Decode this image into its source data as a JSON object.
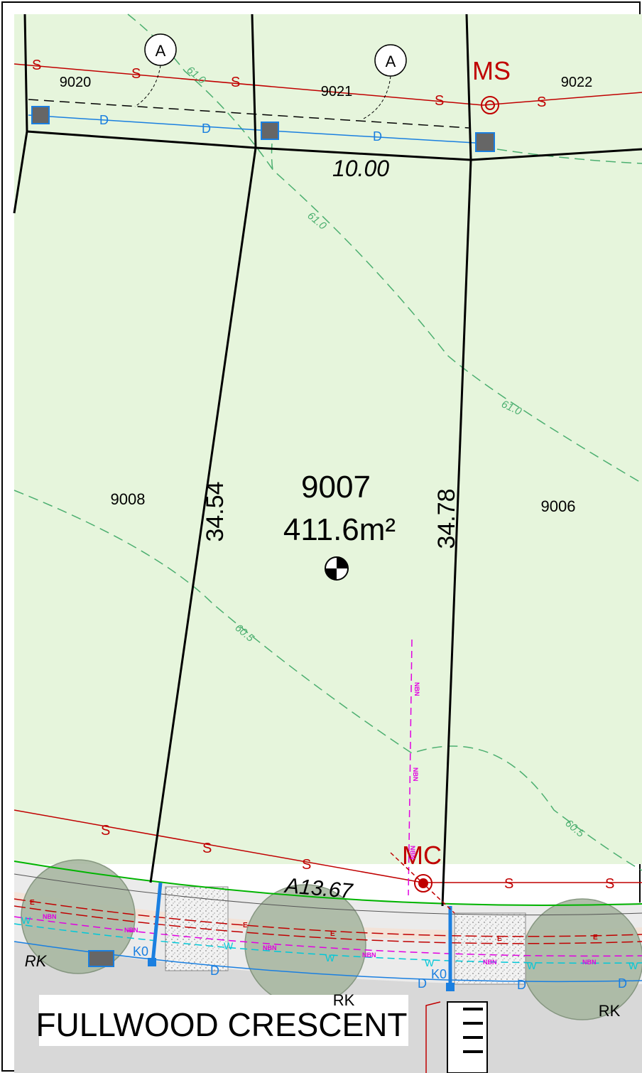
{
  "lots": {
    "main": {
      "number": "9007",
      "area": "411.6m²"
    },
    "left": "9008",
    "right": "9006",
    "top_left": "9020",
    "top_middle": "9021",
    "top_right": "9022"
  },
  "dimensions": {
    "rear": "10.00",
    "left_side": "34.54",
    "right_side": "34.78",
    "frontage_arc": "A13.67"
  },
  "road": {
    "name": "FULLWOOD CRESCENT"
  },
  "symbols": {
    "section_marker": "A",
    "manhole_sewer": "MS",
    "manhole_connection": "MC",
    "rock": "RK",
    "kerb_outlet": "K0"
  },
  "line_codes": {
    "sewer": "S",
    "drainage": "D",
    "water": "W",
    "nbn": "NBN",
    "electric": "E"
  },
  "contours": [
    "61.0",
    "61.0",
    "61.0",
    "60.5",
    "60.5"
  ],
  "colors": {
    "lot_fill": "#e6f5dc",
    "sewer": "#c00000",
    "drainage": "#1a7fe0",
    "water": "#00c8d8",
    "nbn": "#e100e1",
    "contour": "#4caf70",
    "road": "#dcdcdc",
    "boundary": "#000000"
  }
}
